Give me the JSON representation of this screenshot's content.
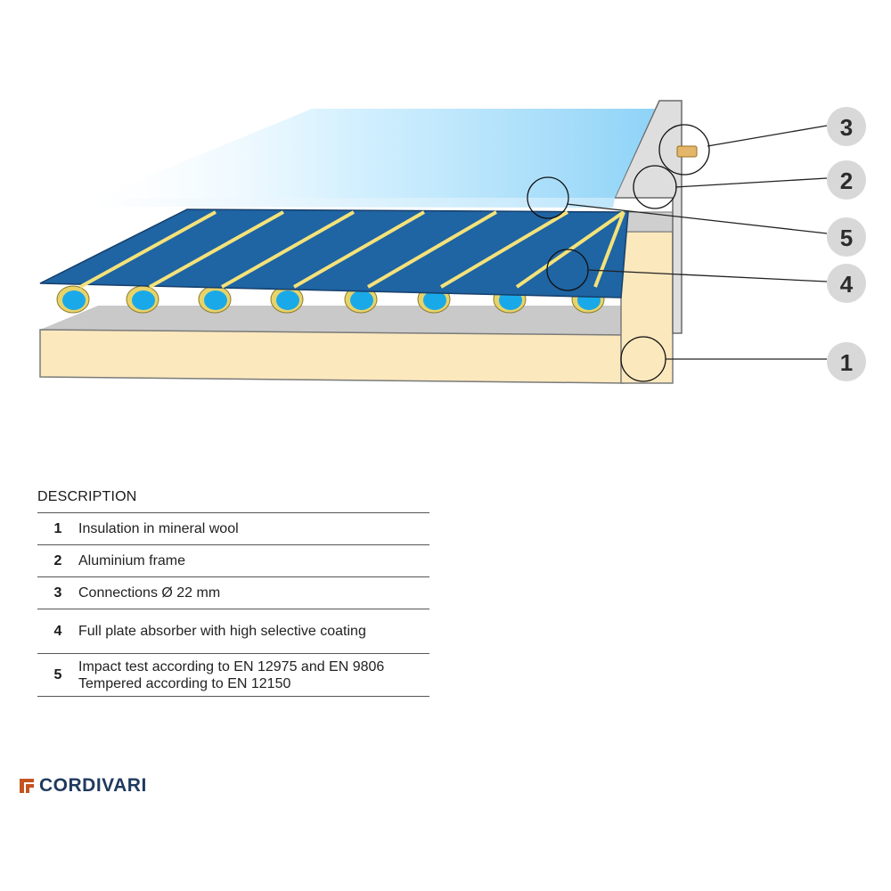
{
  "callouts": [
    "3",
    "2",
    "5",
    "4",
    "1"
  ],
  "description": {
    "heading": "DESCRIPTION",
    "rows": [
      {
        "num": "1",
        "lines": [
          "Insulation in mineral wool"
        ]
      },
      {
        "num": "2",
        "lines": [
          "Aluminium frame"
        ]
      },
      {
        "num": "3",
        "lines": [
          "Connections Ø 22 mm"
        ]
      },
      {
        "num": "4",
        "lines": [
          "Full plate absorber with high selective coating"
        ]
      },
      {
        "num": "5",
        "lines": [
          "Impact test according to EN 12975 and EN 9806",
          "Tempered according to EN 12150"
        ]
      }
    ]
  },
  "logo": {
    "text": "CORDIVARI"
  },
  "colors": {
    "glass": "#8fd3f7",
    "absorber": "#1f64a3",
    "stripe": "#f4e27a",
    "tube": "#1aa9e8",
    "insulation": "#fbe8bd",
    "frame": "#d9d9d9",
    "callout_disc": "#d8d8d8",
    "logo_accent": "#c4541f"
  }
}
